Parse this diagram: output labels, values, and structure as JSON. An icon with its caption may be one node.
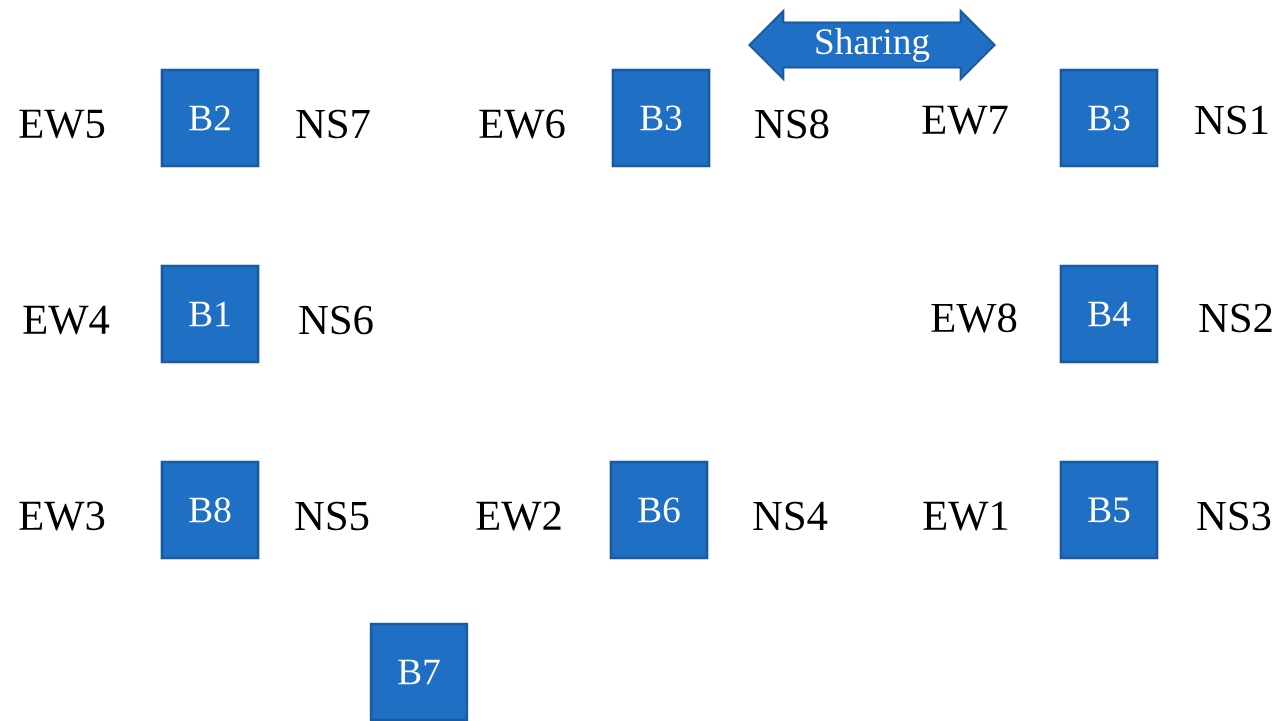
{
  "diagram": {
    "nodes": [
      {
        "text": [
          "Sharing"
        ]
      },
      {
        "text": [
          "B2"
        ]
      },
      {
        "text": [
          "B3"
        ]
      },
      {
        "text": [
          "B3"
        ]
      },
      {
        "text": [
          "B1"
        ]
      },
      {
        "text": [
          "B4"
        ]
      },
      {
        "text": [
          "B8"
        ]
      },
      {
        "text": [
          "B6"
        ]
      },
      {
        "text": [
          "B5"
        ]
      },
      {
        "text": [
          "B7"
        ]
      }
    ],
    "labels": [
      "EW5",
      "NS7",
      "EW6",
      "NS8",
      "EW7",
      "NS1",
      "EW4",
      "NS6",
      "EW8",
      "NS2",
      "EW3",
      "NS5",
      "EW2",
      "NS4",
      "EW1",
      "NS3"
    ]
  }
}
